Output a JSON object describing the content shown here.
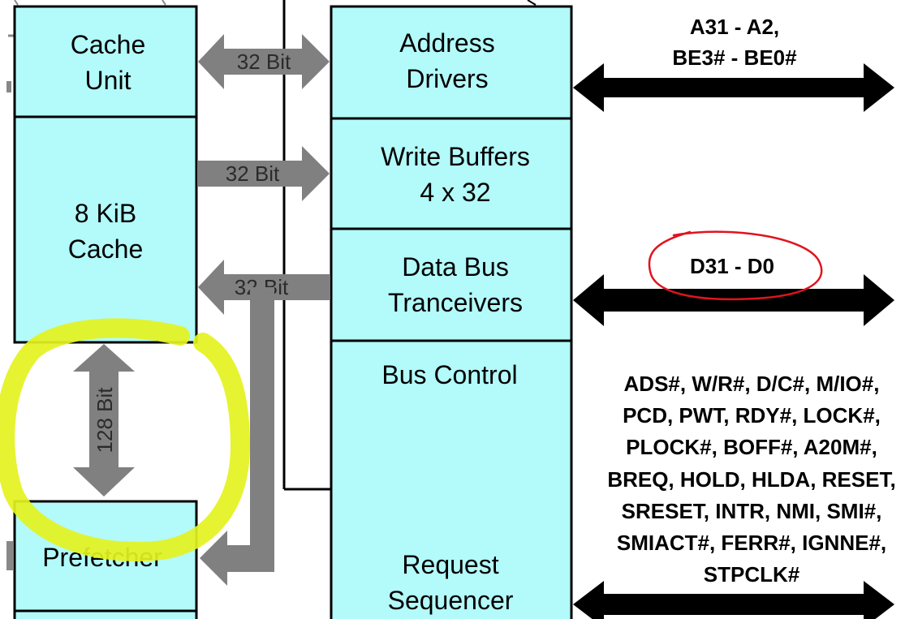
{
  "colors": {
    "block_fill": "#b3fafa",
    "block_stroke": "#000000",
    "internal_bus": "#808080",
    "external_bus": "#000000",
    "highlight_yellow": "#e4f21e",
    "annotation_red": "#e0141e"
  },
  "blocks": {
    "cache_unit": [
      "Cache",
      "Unit"
    ],
    "cache": [
      "8 KiB",
      "Cache"
    ],
    "prefetcher": [
      "Prefetcher"
    ],
    "address_drivers": [
      "Address",
      "Drivers"
    ],
    "write_buffers": [
      "Write Buffers",
      "4 x 32"
    ],
    "data_bus_tranceivers": [
      "Data Bus",
      "Tranceivers"
    ],
    "bus_control": [
      "Bus Control"
    ],
    "request_sequencer": [
      "Request",
      "Sequencer"
    ]
  },
  "internal_buses": {
    "cache_unit_to_address": "32 Bit",
    "cache_to_write_buffers": "32 Bit",
    "data_bus_to_cache": "32 Bit",
    "cache_to_prefetcher": "128 Bit"
  },
  "external_signals": {
    "address": [
      "A31 - A2,",
      "BE3# - BE0#"
    ],
    "data": [
      "D31 - D0"
    ],
    "control": [
      "ADS#, W/R#, D/C#, M/IO#,",
      "PCD, PWT, RDY#, LOCK#,",
      "PLOCK#, BOFF#, A20M#,",
      "BREQ, HOLD, HLDA, RESET,",
      "SRESET, INTR, NMI, SMI#,",
      "SMIACT#, FERR#, IGNNE#,",
      "STPCLK#"
    ]
  }
}
